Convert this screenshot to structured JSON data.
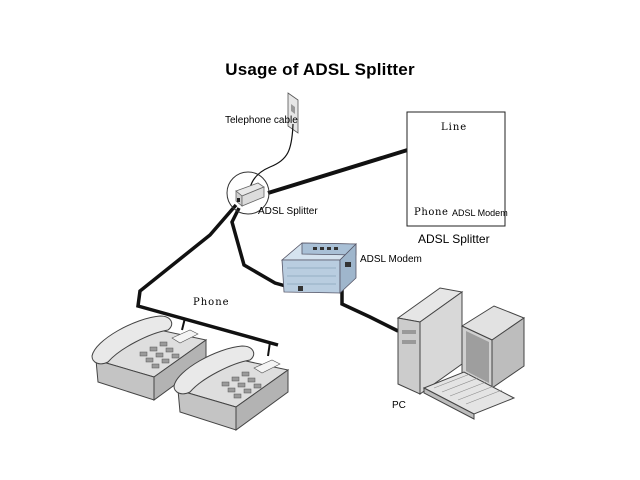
{
  "title": "Usage of ADSL Splitter",
  "labels": {
    "telephone_cable": "Telephone cable",
    "adsl_splitter": "ADSL Splitter",
    "adsl_modem": "ADSL Modem",
    "phone": "Phone",
    "pc": "PC"
  },
  "splitter_box": {
    "line": "Line",
    "phone": "Phone",
    "adsl_modem": "ADSL Modem",
    "caption": "ADSL Splitter"
  },
  "colors": {
    "cable": "#111111",
    "modem_body": "#b9cde0",
    "device_gray": "#d9d9d9",
    "outline": "#444444"
  }
}
